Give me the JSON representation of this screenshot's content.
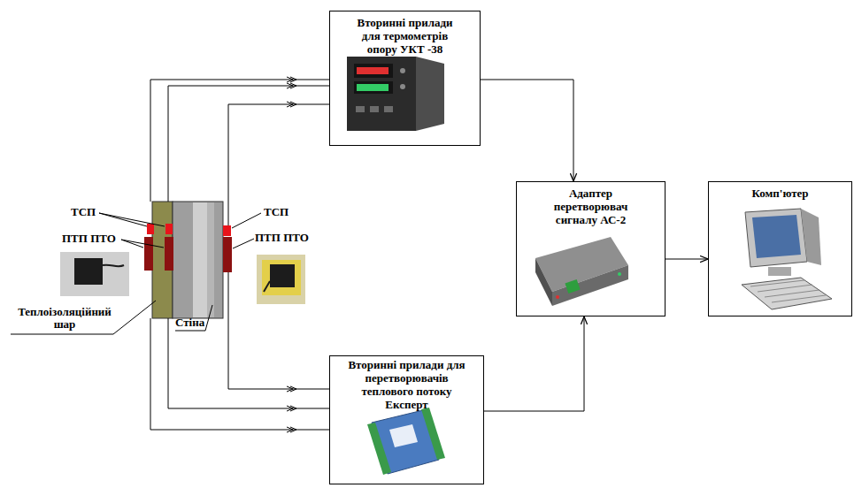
{
  "diagram": {
    "nodes": [
      {
        "text": [
          "Вторинні прилади для термометрів опору УКТ -38"
        ]
      },
      {
        "text": [
          "Адаптер перетворювач сигналу АС-2"
        ]
      },
      {
        "text": [
          "Комп'ютер"
        ]
      },
      {
        "text": [
          "Вторинні прилади для перетворювачів теплового потоку Експерт"
        ]
      }
    ],
    "edges": [
      {
        "from": 0,
        "to": 1,
        "arrow": "to"
      },
      {
        "from": 1,
        "to": 2,
        "arrow": "to"
      },
      {
        "from": 3,
        "to": 1,
        "arrow": "to"
      }
    ],
    "labels": [
      "ТСП",
      "ПТП ПТО",
      "Теплоізоляційний шар",
      "Стіна",
      "ТСП",
      "ПТП ПТО"
    ]
  }
}
